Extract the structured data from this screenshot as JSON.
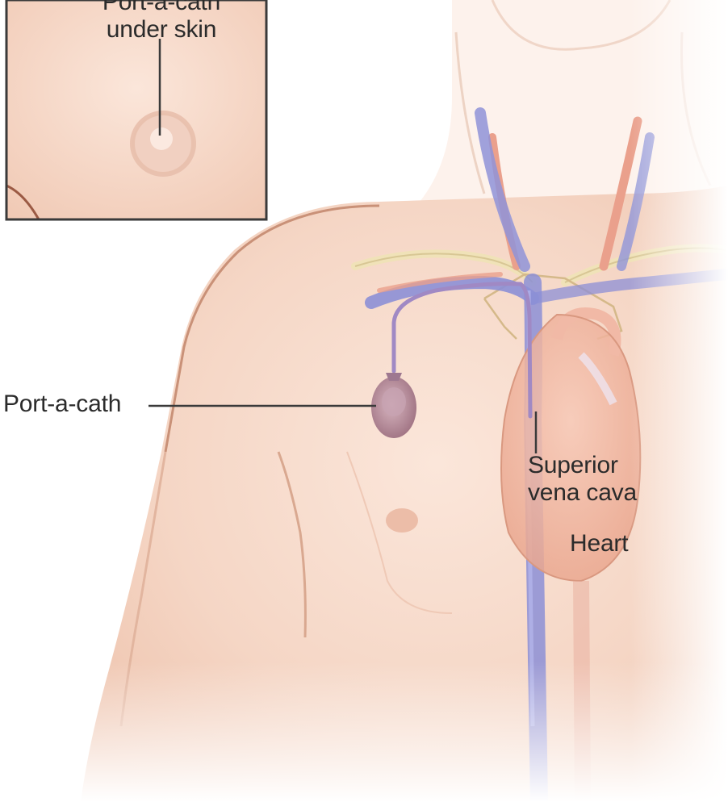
{
  "labels": {
    "inset_line1": "Port-a-cath",
    "inset_line2": "under skin",
    "port": "Port-a-cath",
    "superior_line1": "Superior",
    "superior_line2": "vena cava",
    "heart": "Heart"
  },
  "colors": {
    "skin": "#f6d8c8",
    "skin_shadow": "#e7b7a0",
    "vein_blue": "#8c8fd6",
    "artery_red": "#e79a86",
    "port_mauve": "#b78a98",
    "inset_border": "#3a3a3a"
  }
}
